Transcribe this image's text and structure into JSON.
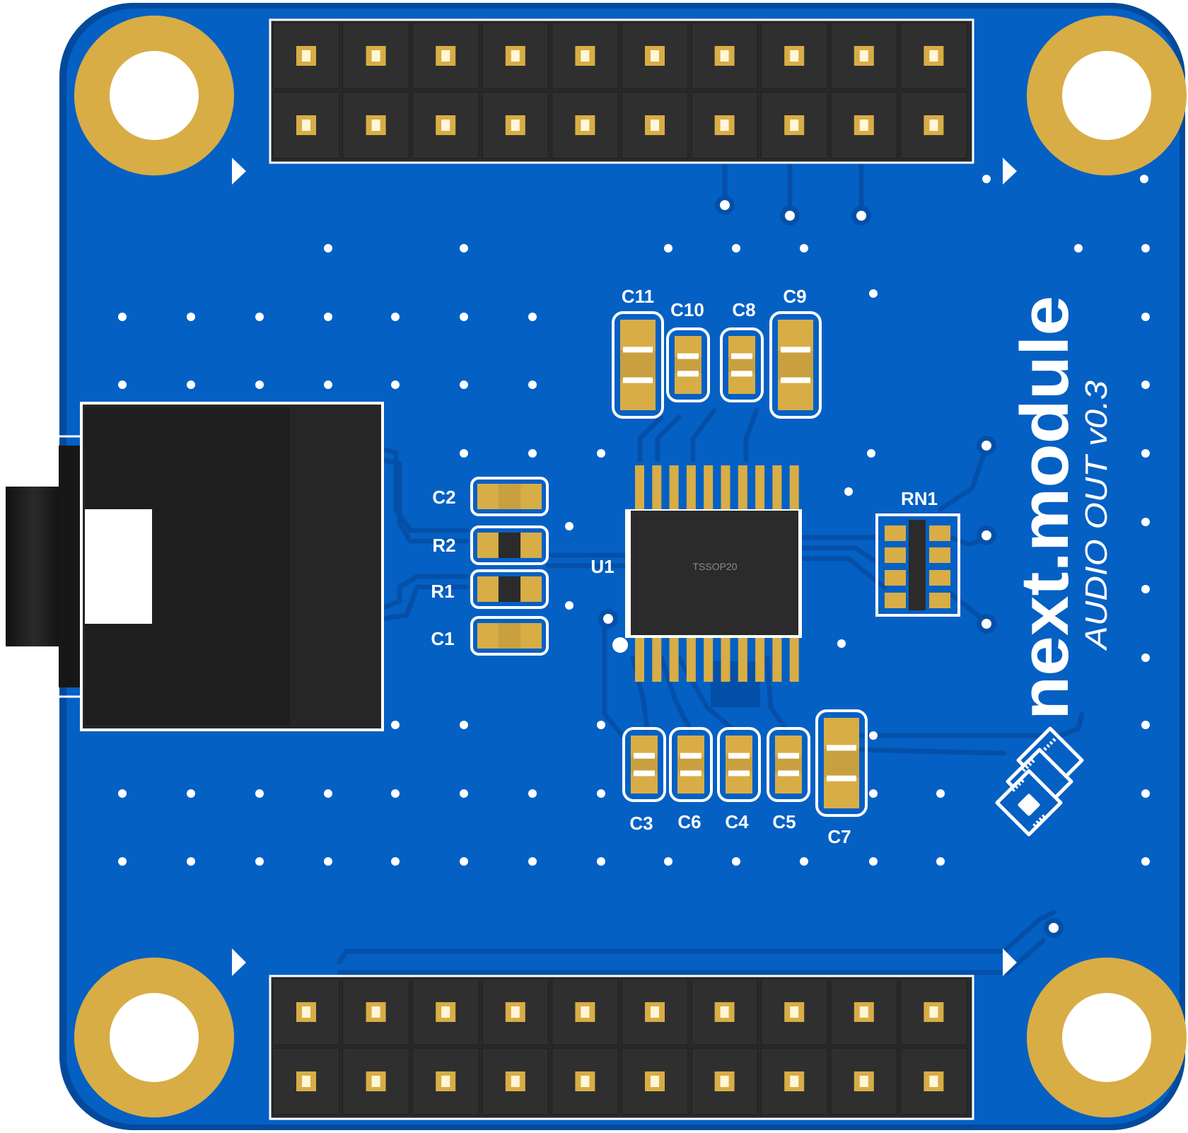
{
  "board": {
    "brand_name": "next.module",
    "product_label": "AUDIO OUT v0.3",
    "colors": {
      "pcb": "#0560c4",
      "pcb_edge": "#034a9c",
      "trace": "#0556b5",
      "gold": "#d8ad45",
      "header_body": "#2a2a2a",
      "silkscreen": "#ffffff",
      "jack_body": "#262626"
    }
  },
  "chip": {
    "designator": "U1",
    "package": "TSSOP20"
  },
  "designators": {
    "c1": "C1",
    "c2": "C2",
    "r1": "R1",
    "r2": "R2",
    "c3": "C3",
    "c4": "C4",
    "c5": "C5",
    "c6": "C6",
    "c7": "C7",
    "c8": "C8",
    "c9": "C9",
    "c10": "C10",
    "c11": "C11",
    "rn1": "RN1"
  },
  "icons": {
    "mounting_hole": "mounting-hole-icon",
    "pin1_marker": "triangle-marker-icon",
    "logo": "stacked-modules-logo-icon"
  }
}
